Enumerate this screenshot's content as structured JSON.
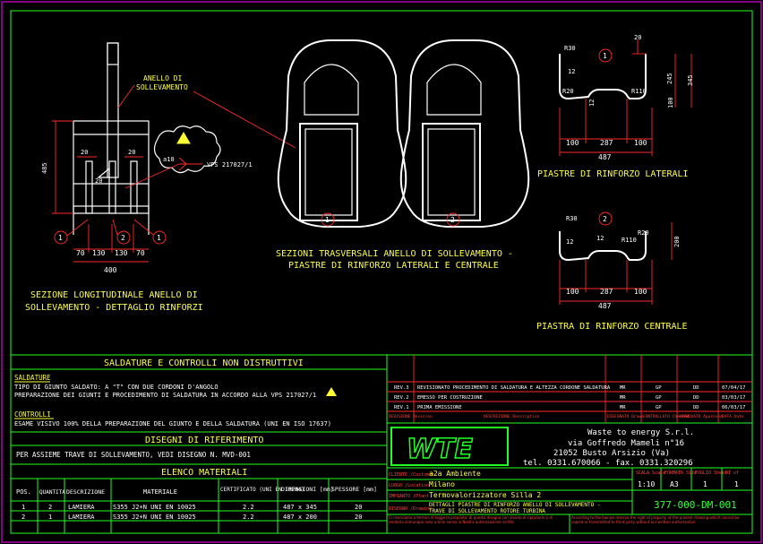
{
  "views": {
    "longitudinal": {
      "title_1": "SEZIONE LONGITUDINALE ANELLO DI",
      "title_2": "SOLLEVAMENTO - DETTAGLIO RINFORZI",
      "callout_1": "ANELLO DI",
      "callout_2": "SOLLEVAMENTO",
      "weld_note": "VPS 217027/1",
      "weld_size": "a10",
      "dim_height": "485",
      "dim_20_a": "20",
      "dim_20_b": "20",
      "dim_20_c": "20",
      "dim_bottom": [
        "70",
        "130",
        "130",
        "70"
      ],
      "dim_total": "400",
      "balloons": [
        "1",
        "2",
        "1"
      ]
    },
    "cross_sections": {
      "title_1": "SEZIONI TRASVERSALI ANELLO DI SOLLEVAMENTO -",
      "title_2": "PIASTRE DI RINFORZO LATERALI E CENTRALE",
      "balloons": [
        "1",
        "2"
      ]
    },
    "lateral_plates": {
      "title": "PIASTRE DI RINFORZO LATERALI",
      "dims": {
        "top": "20",
        "r30": "R30",
        "d12a": "12",
        "d12b": "12",
        "r20": "R20",
        "r110": "R110",
        "d245": "245",
        "d345": "345",
        "d100": "100",
        "left": "100",
        "mid": "287",
        "right": "100",
        "total": "487"
      },
      "balloon": "1"
    },
    "central_plate": {
      "title": "PIASTRA DI RINFORZO CENTRALE",
      "dims": {
        "r30": "R30",
        "d12a": "12",
        "d12b": "12",
        "r110": "R110",
        "r20": "R20",
        "d200": "200",
        "left": "100",
        "mid": "287",
        "right": "100",
        "total": "487"
      },
      "balloon": "2"
    }
  },
  "notes": {
    "header": "SALDATURE E CONTROLLI NON DISTRUTTIVI",
    "saldature_label": "SALDATURE",
    "saldature_line1": "TIPO DI GIUNTO SALDATO: A \"T\" CON DUE CORDONI D'ANGOLO",
    "saldature_line2": "PREPARAZIONE DEI GIUNTI E PROCEDIMENTO DI SALDATURA IN ACCORDO ALLA VPS 217027/1",
    "controlli_label": "CONTROLLI",
    "controlli_line1": "ESAME VISIVO 100% DELLA PREPARAZIONE DEL GIUNTO E DELLA SALDATURA (UNI EN ISO 17637)",
    "rif_header": "DISEGNI DI RIFERIMENTO",
    "rif_line": "PER ASSIEME TRAVE DI SOLLEVAMENTO, VEDI DISEGNO N. MVD-001",
    "mat_header": "ELENCO MATERIALI",
    "mat_columns": [
      "POS.",
      "QUANTITA'",
      "DESCRIZIONE",
      "MATERIALE",
      "CERTIFICATO (UNI EN 10204)",
      "DIMENSIONI [mm]",
      "SPESSORE [mm]"
    ],
    "mat_rows": [
      [
        "1",
        "2",
        "LAMIERA",
        "S355 J2+N UNI EN 10025",
        "2.2",
        "487 x 345",
        "20"
      ],
      [
        "2",
        "1",
        "LAMIERA",
        "S355 J2+N UNI EN 10025",
        "2.2",
        "487 x 200",
        "20"
      ]
    ]
  },
  "revisions": {
    "rows": [
      {
        "rev": "REV.3",
        "desc": "REVISIONATO PROCEDIMENTO DI SALDATURA E ALTEZZA CORDONE SALDATURA",
        "drawn": "MR",
        "checked": "GP",
        "approved": "DD",
        "date": "07/04/17"
      },
      {
        "rev": "REV.2",
        "desc": "EMESSO PER COSTRUZIONE",
        "drawn": "MR",
        "checked": "GP",
        "approved": "DD",
        "date": "03/03/17"
      },
      {
        "rev": "REV.1",
        "desc": "PRIMA EMISSIONE",
        "drawn": "MR",
        "checked": "GP",
        "approved": "DD",
        "date": "06/03/17"
      }
    ],
    "header": [
      "REVISIONE Revision",
      "DESCRIZIONE Description",
      "DISEGNATO Drawn",
      "CONTROLLATO Checked",
      "APPROVATO Approved",
      "DATA Date"
    ]
  },
  "title_block": {
    "logo": "WTE",
    "company_1": "Waste to energy S.r.l.",
    "company_2": "via Goffredo Mameli n°16",
    "company_3": "21052 Busto Arsizio (Va)",
    "company_4": "tel. 0331.670066 - fax. 0331.320296",
    "cliente_label": "CLIENTE /Customer",
    "cliente": "a2a Ambiente",
    "luogo_label": "LUOGO /Location",
    "luogo": "Milano",
    "impianto_label": "IMPIANTO /Plant",
    "impianto": "Termovalorizzatore Silla 2",
    "disegno_label": "DISEGNO /Drawing",
    "disegno_1": "DETTAGLI PIASTRE DI RINFORZO ANELLO DI SOLLEVAMENTO -",
    "disegno_2": "TRAVE DI SOLLEVAMENTO ROTORE TURBINA",
    "scala_label": "SCALA Scale",
    "scala": "1:10",
    "formato_label": "FORMATO Size",
    "formato": "A3",
    "foglio_label": "FOGLIO Sheet",
    "foglio": "1",
    "di_label": "DI of",
    "di": "1",
    "drawing_number": "377-000-DM-001",
    "legal_it": "Ci riserviamo a termini di legge la proprieta' di questo disegno con divieto di riprodurlo o di renderlo comunque noto a terzi senza la Nostra autorizzazione scritta",
    "legal_en": "According to the law we reserve the right of property of the present drawing which cannot be copied or transmitted to third party without our written authorization"
  },
  "colors": {
    "background": "#000000",
    "frame": "#b000b0",
    "border": "#22ff22",
    "geometry": "#ffffff",
    "dimension": "#ff2a2a",
    "text": "#ffff44"
  }
}
